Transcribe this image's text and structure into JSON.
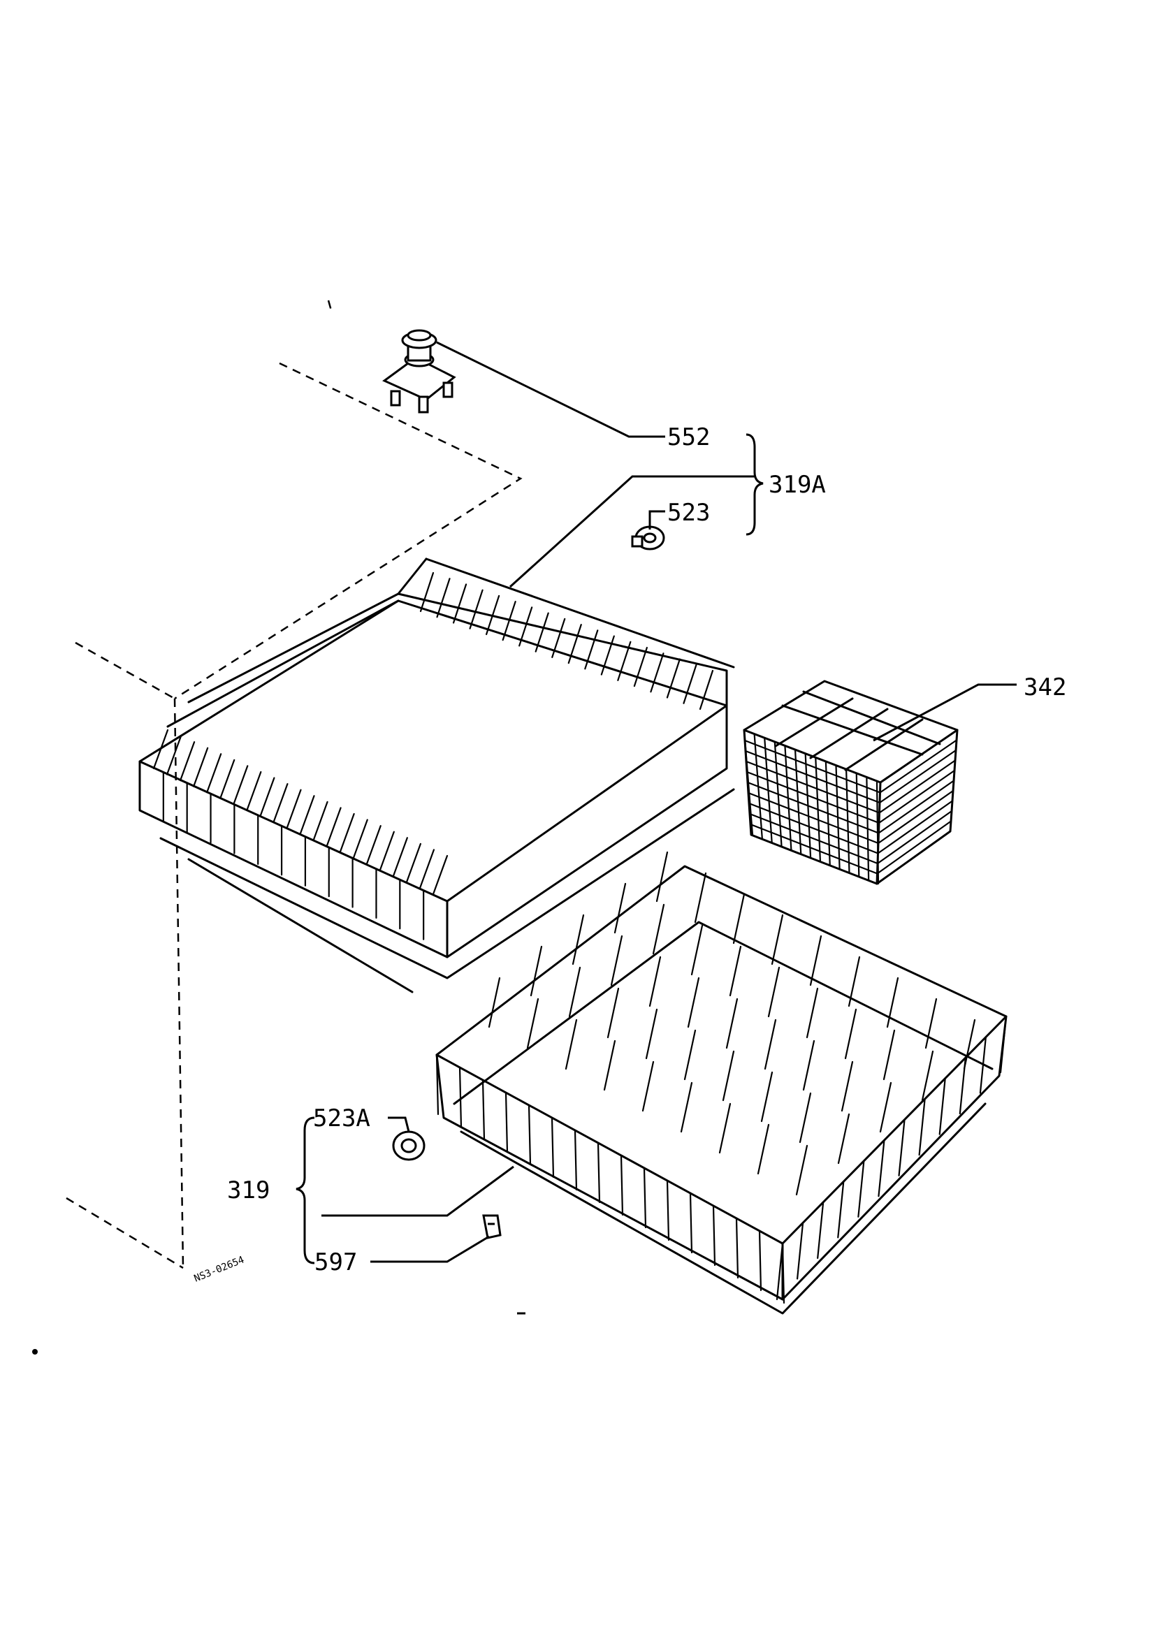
{
  "callouts": {
    "p552": "552",
    "p319A": "319A",
    "p523": "523",
    "p342": "342",
    "p523A": "523A",
    "p319": "319",
    "p597": "597"
  },
  "drawing_code": "NS3-02654"
}
